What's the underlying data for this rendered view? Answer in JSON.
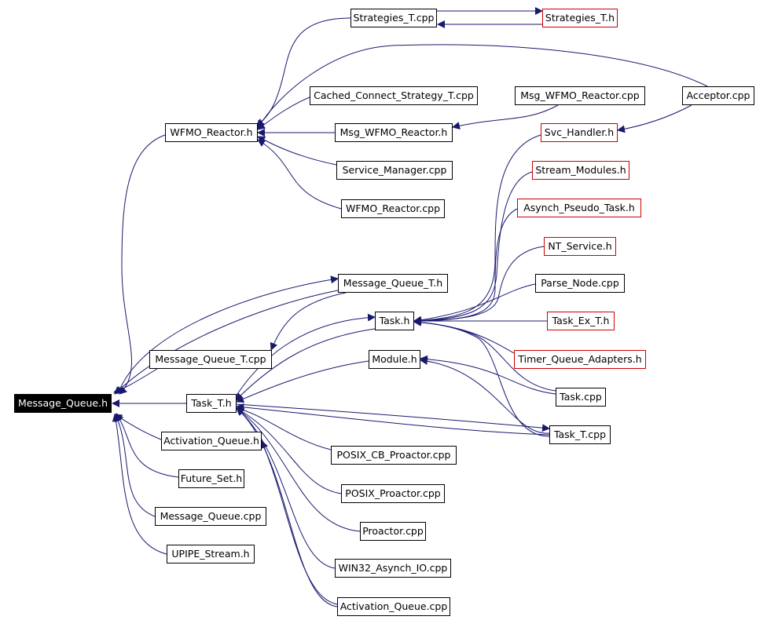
{
  "colors": {
    "edge": "#191970",
    "node_border": "#000000",
    "undocumented_border": "#cc0000",
    "root_fill": "#000000",
    "root_text": "#ffffff"
  },
  "nodes": {
    "strategies_t_cpp": "Strategies_T.cpp",
    "strategies_t_h": "Strategies_T.h",
    "cached_connect_strategy_t_cpp": "Cached_Connect_Strategy_T.cpp",
    "msg_wfmo_reactor_cpp": "Msg_WFMO_Reactor.cpp",
    "acceptor_cpp": "Acceptor.cpp",
    "wfmo_reactor_h": "WFMO_Reactor.h",
    "msg_wfmo_reactor_h": "Msg_WFMO_Reactor.h",
    "svc_handler_h": "Svc_Handler.h",
    "stream_modules_h": "Stream_Modules.h",
    "service_manager_cpp": "Service_Manager.cpp",
    "asynch_pseudo_task_h": "Asynch_Pseudo_Task.h",
    "wfmo_reactor_cpp": "WFMO_Reactor.cpp",
    "nt_service_h": "NT_Service.h",
    "message_queue_t_h": "Message_Queue_T.h",
    "parse_node_cpp": "Parse_Node.cpp",
    "task_h": "Task.h",
    "task_ex_t_h": "Task_Ex_T.h",
    "message_queue_t_cpp": "Message_Queue_T.cpp",
    "module_h": "Module.h",
    "timer_queue_adapters_h": "Timer_Queue_Adapters.h",
    "message_queue_h": "Message_Queue.h",
    "task_t_h": "Task_T.h",
    "task_cpp": "Task.cpp",
    "task_t_cpp": "Task_T.cpp",
    "activation_queue_h": "Activation_Queue.h",
    "posix_cb_proactor_cpp": "POSIX_CB_Proactor.cpp",
    "future_set_h": "Future_Set.h",
    "posix_proactor_cpp": "POSIX_Proactor.cpp",
    "message_queue_cpp": "Message_Queue.cpp",
    "proactor_cpp": "Proactor.cpp",
    "upipe_stream_h": "UPIPE_Stream.h",
    "win32_asynch_io_cpp": "WIN32_Asynch_IO.cpp",
    "activation_queue_cpp": "Activation_Queue.cpp"
  }
}
